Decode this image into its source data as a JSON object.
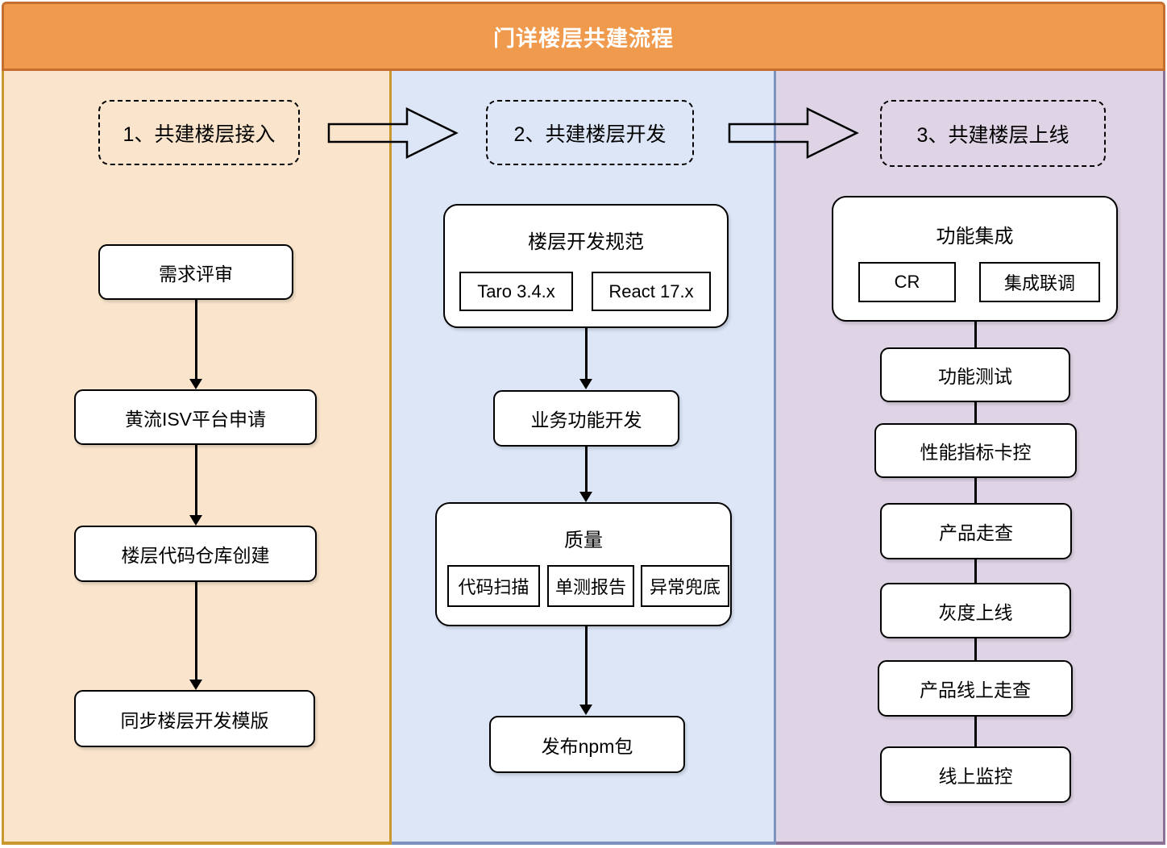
{
  "title": "门详楼层共建流程",
  "stages": {
    "s1": {
      "label": "1、共建楼层接入",
      "n1": "需求评审",
      "n2": "黄流ISV平台申请",
      "n3": "楼层代码仓库创建",
      "n4": "同步楼层开发模版"
    },
    "s2": {
      "label": "2、共建楼层开发",
      "spec_title": "楼层开发规范",
      "spec_item1": "Taro 3.4.x",
      "spec_item2": "React 17.x",
      "dev": "业务功能开发",
      "quality_title": "质量",
      "quality_item1": "代码扫描",
      "quality_item2": "单测报告",
      "quality_item3": "异常兜底",
      "publish": "发布npm包"
    },
    "s3": {
      "label": "3、共建楼层上线",
      "integration_title": "功能集成",
      "integration_item1": "CR",
      "integration_item2": "集成联调",
      "n1": "功能测试",
      "n2": "性能指标卡控",
      "n3": "产品走查",
      "n4": "灰度上线",
      "n5": "产品线上走查",
      "n6": "线上监控"
    }
  },
  "colors": {
    "header_bg": "#F09A4D",
    "header_border": "#C56E2F",
    "lane1_bg": "#FAE5CC",
    "lane1_border": "#C9992F",
    "lane2_bg": "#DCE6F7",
    "lane2_border": "#7B93BE",
    "lane3_bg": "#DFD4E6",
    "lane3_border": "#8A7195",
    "node_bg": "#FFFFFF",
    "line_color": "#000000"
  }
}
